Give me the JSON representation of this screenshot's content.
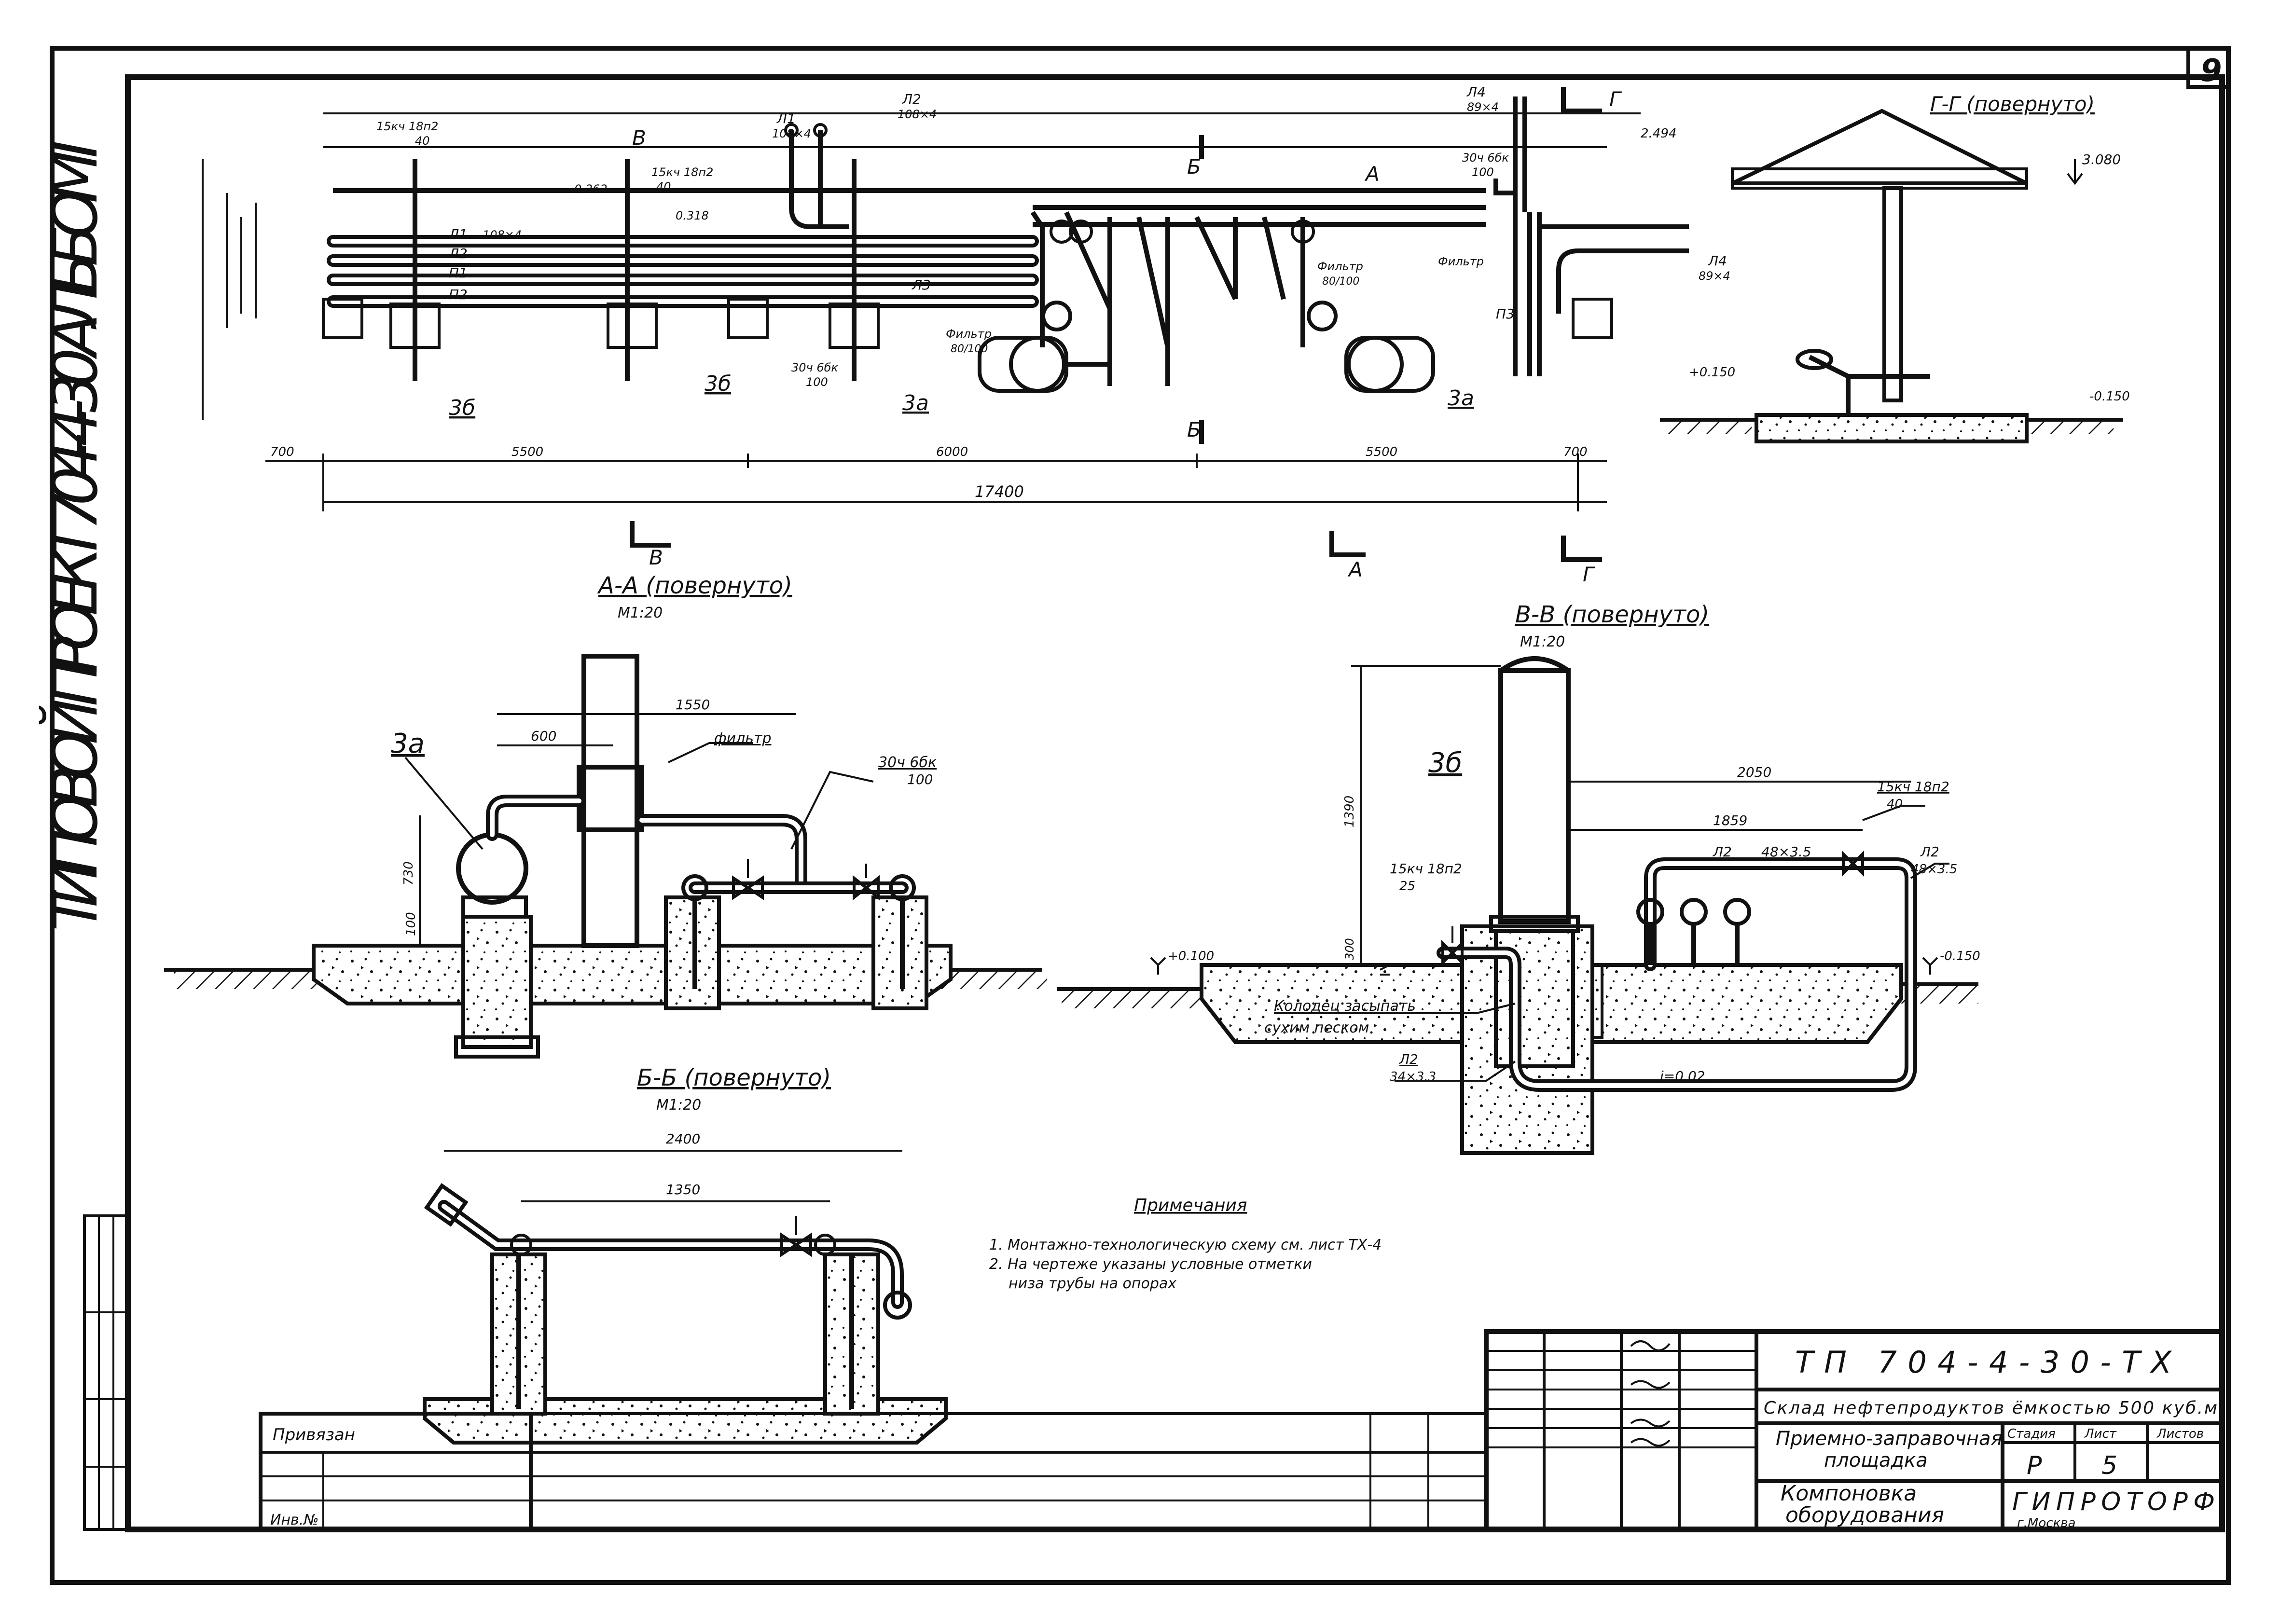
{
  "sheet": {
    "sheet_number": "9",
    "album_title": "ТИПОВОЙ ПРОЕКТ 704-4-30 АЛЬБОМ I"
  },
  "plan": {
    "overall_dim": "17400",
    "seg_dims": [
      "700",
      "5500",
      "6000",
      "5500",
      "700"
    ],
    "cut_marks": {
      "a": "А",
      "b": "Б",
      "v": "В",
      "g": "Г"
    },
    "labels": {
      "l1": "Л1",
      "l2": "Л2",
      "l3": "Л3",
      "l4": "Л4",
      "p1": "П1",
      "p2": "П2",
      "p3": "П3",
      "l1_size": "108×4",
      "l2_size": "108×4",
      "l4_size": "89×4",
      "valve_15kch": "15кч 18п2",
      "valve_15kch_dn": "40",
      "valve_30ch": "30ч 6бк",
      "valve_30ch_dn": "100",
      "filter": "Фильтр",
      "filter_size": "80/100",
      "eq_3a": "3а",
      "eq_3b": "3б",
      "elev_1": "0.318",
      "elev_2": "0.262",
      "elev_3": "2.494",
      "elev_4": "3.080"
    }
  },
  "section_gg": {
    "title": "Г-Г (повернуто)",
    "elev_top": "3.080",
    "elev_left": "+0.150",
    "elev_right": "-0.150"
  },
  "section_aa": {
    "title": "А-А (повернуто)",
    "scale": "М1:20",
    "eq": "3а",
    "filter": "фильтр",
    "valve": "30ч 6бк",
    "valve_dn": "100",
    "dim_600": "600",
    "dim_1550": "1550",
    "dim_730": "730",
    "dim_100": "100"
  },
  "section_bb": {
    "title": "Б-Б (повернуто)",
    "scale": "М1:20",
    "dim_2400": "2400",
    "dim_1350": "1350"
  },
  "section_vv": {
    "title": "В-В (повернуто)",
    "scale": "М1:20",
    "eq": "3б",
    "valve_left": "15кч 18п2",
    "valve_left_dn": "25",
    "valve_right": "15кч 18п2",
    "valve_right_dn": "40",
    "pipe_l2": "Л2",
    "pipe_l2_size": "48×3.5",
    "pipe_l2_right": "Л2",
    "pipe_l2_right_size": "48×3.5",
    "pipe_bottom": "Л2",
    "pipe_bottom_size": "34×3.3",
    "well_label_1": "Колодец засыпать",
    "well_label_2": "сухим песком",
    "slope": "i=0.02",
    "dim_2050": "2050",
    "dim_1859": "1859",
    "dim_1390": "1390",
    "dim_300": "300",
    "elev_left": "+0.100",
    "elev_right": "-0.150"
  },
  "notes": {
    "title": "Примечания",
    "items": [
      "1. Монтажно-технологическую схему см. лист ТХ-4",
      "2. На чертеже указаны условные отметки",
      "низа трубы на опорах"
    ]
  },
  "title_block": {
    "code": "ТП 704-4-30-ТХ",
    "project": "Склад нефтепродуктов ёмкостью 500 куб.м",
    "object_1": "Приемно-заправочная",
    "object_2": "площадка",
    "sheet_title_1": "Компоновка",
    "sheet_title_2": "оборудования",
    "stage_h": "Стадия",
    "sheet_h": "Лист",
    "sheets_h": "Листов",
    "stage": "Р",
    "sheet": "5",
    "sheets": "",
    "org": "ГИПРОТОРФ",
    "city": "г.Москва",
    "bound": "Привязан",
    "inv": "Инв.№"
  }
}
